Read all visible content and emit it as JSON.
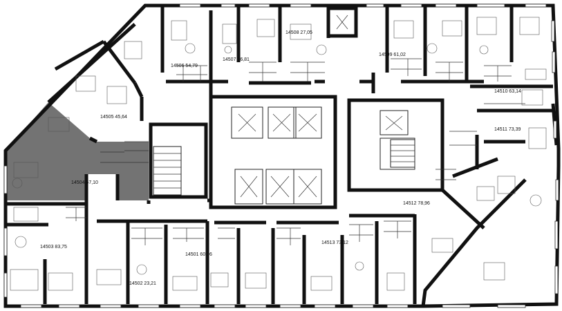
{
  "floor_plan": {
    "highlight_color": "#737373",
    "apartments": [
      {
        "id": "14502",
        "area": "23,21"
      },
      {
        "id": "14501",
        "area": "60,96"
      },
      {
        "id": "14503",
        "area": "83,75"
      },
      {
        "id": "14504",
        "area": "67,10",
        "highlighted": true
      },
      {
        "id": "14505",
        "area": "45,64"
      },
      {
        "id": "14506",
        "area": "54,79"
      },
      {
        "id": "14507",
        "area": "36,81"
      },
      {
        "id": "14508",
        "area": "27,05"
      },
      {
        "id": "14509",
        "area": "61,02"
      },
      {
        "id": "14510",
        "area": "63,14"
      },
      {
        "id": "14511",
        "area": "73,39"
      },
      {
        "id": "14512",
        "area": "78,96"
      },
      {
        "id": "14513",
        "area": "73,12"
      }
    ]
  }
}
